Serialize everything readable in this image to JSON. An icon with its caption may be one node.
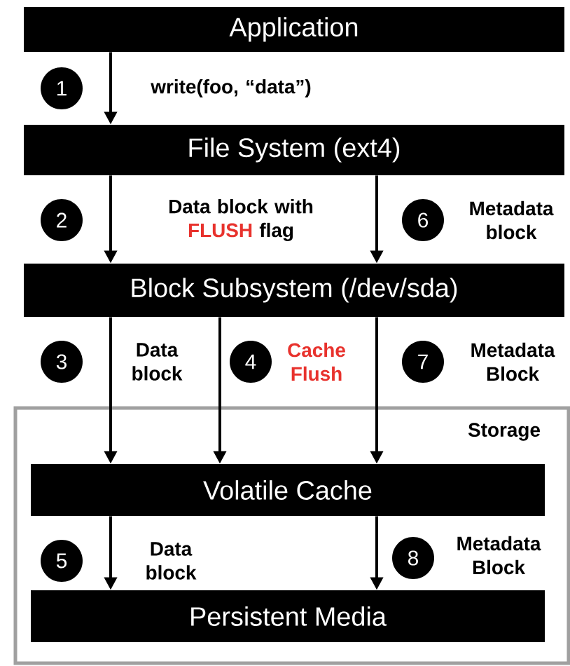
{
  "diagram": {
    "nodes": [
      {
        "text": [
          "Application"
        ]
      },
      {
        "text": [
          "File System (ext4)"
        ]
      },
      {
        "text": [
          "Block Subsystem (/dev/sda)"
        ]
      },
      {
        "text": [
          "Storage"
        ]
      },
      {
        "text": [
          "Volatile Cache"
        ],
        "in": 3
      },
      {
        "text": [
          "Persistent Media"
        ],
        "in": 3
      },
      {
        "text": [
          "1"
        ]
      },
      {
        "text": [
          "2"
        ]
      },
      {
        "text": [
          "6"
        ]
      },
      {
        "text": [
          "3"
        ]
      },
      {
        "text": [
          "4"
        ]
      },
      {
        "text": [
          "7"
        ]
      },
      {
        "text": [
          "5"
        ],
        "in": 3
      },
      {
        "text": [
          "8"
        ],
        "in": 3
      }
    ],
    "edges": [
      {
        "from": 0,
        "to": 1,
        "arrow": "to",
        "label": "write(foo, “data”)"
      },
      {
        "from": 1,
        "to": 2,
        "arrow": "to",
        "label": "Data block with **FLUSH** flag"
      },
      {
        "from": 1,
        "to": 2,
        "arrow": "to",
        "label": "Metadata block"
      },
      {
        "from": 2,
        "to": 4,
        "arrow": "to",
        "label": "Data block"
      },
      {
        "from": 2,
        "to": 4,
        "arrow": "to",
        "label": "Cache Flush"
      },
      {
        "from": 2,
        "to": 4,
        "arrow": "to",
        "label": "Metadata Block"
      },
      {
        "from": 4,
        "to": 5,
        "arrow": "to",
        "label": "Data block"
      },
      {
        "from": 4,
        "to": 5,
        "arrow": "to",
        "label": "Metadata Block"
      }
    ]
  }
}
